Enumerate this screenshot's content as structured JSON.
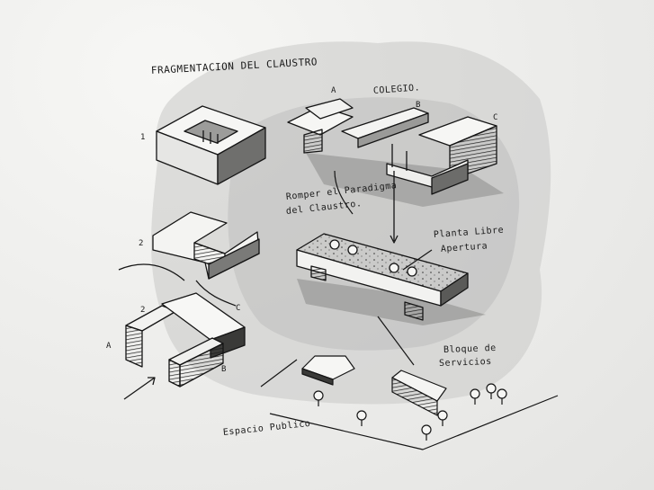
{
  "labels": {
    "title": "FRAGMENTACION DEL CLAUSTRO",
    "colegio": "COLEGIO.",
    "romper_line1": "Romper el Paradigma",
    "romper_line2": "del Claustro.",
    "planta_line1": "Planta Libre",
    "planta_line2": "Apertura",
    "bloque_line1": "Bloque de",
    "bloque_line2": "Servicios",
    "espacio": "Espacio Publico"
  },
  "markers": {
    "one": "1",
    "two": "2",
    "two_b": "2",
    "a_top": "A",
    "b_top": "B",
    "c_top": "C",
    "c_mid": "C",
    "a_bottom": "A",
    "b_bottom": "B"
  }
}
